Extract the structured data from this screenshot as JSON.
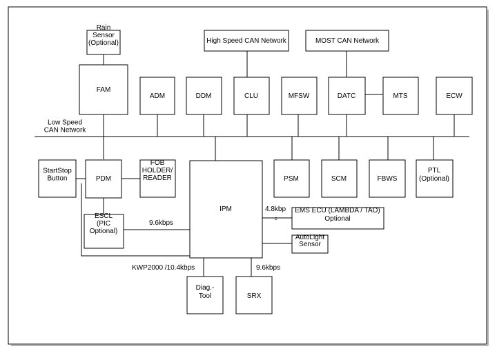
{
  "title": "",
  "nodes": {
    "rain_sensor": [
      "Rain",
      "Sensor",
      "(Optional)"
    ],
    "fam": [
      "FAM"
    ],
    "adm": [
      "ADM"
    ],
    "ddm": [
      "DDM"
    ],
    "clu": [
      "CLU"
    ],
    "mfsw": [
      "MFSW"
    ],
    "datc": [
      "DATC"
    ],
    "mts": [
      "MTS"
    ],
    "ecw": [
      "ECW"
    ],
    "high_speed_can": [
      "High Speed CAN Network"
    ],
    "most_can": [
      "MOST CAN Network"
    ],
    "startstop": [
      "StartStop",
      "Button"
    ],
    "pdm": [
      "PDM"
    ],
    "fob": [
      "FOB",
      "HOLDER/",
      "READER"
    ],
    "ipm": [
      "IPM"
    ],
    "psm": [
      "PSM"
    ],
    "scm": [
      "SCM"
    ],
    "fbws": [
      "FBWS"
    ],
    "ptl": [
      "PTL",
      "(Optional)"
    ],
    "escl": [
      "ESCL",
      "(PIC",
      "Optional)"
    ],
    "ems": [
      "EMS ECU (LAMBDA / TAO)",
      "Optional"
    ],
    "autolight": [
      "AutoLight",
      "Sensor"
    ],
    "diag": [
      "Diag.-",
      "Tool"
    ],
    "srx": [
      "SRX"
    ]
  },
  "labels": {
    "low_speed_can": [
      "Low Speed",
      "CAN Network"
    ],
    "escl_speed": "9.6kbps",
    "ems_speed": "4.8kbp",
    "ems_marker": "c",
    "kwp": "KWP2000 /10.4kbps",
    "srx_speed": "9.6kbps"
  }
}
